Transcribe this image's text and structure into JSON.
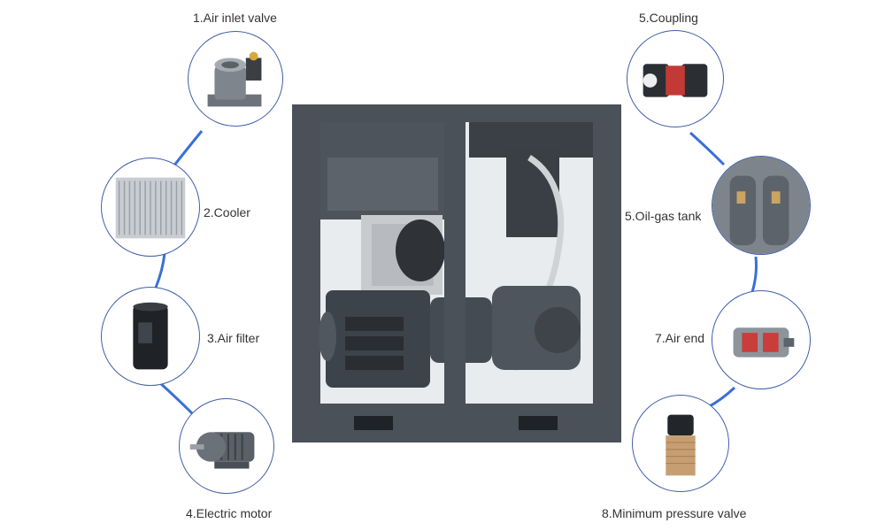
{
  "colors": {
    "connector": "#3a6fd8",
    "bubble_border": "#3f5fa8",
    "frame": "#4a5059",
    "panel": "#5b616a",
    "label_text": "#333333"
  },
  "components": {
    "air_inlet_valve": {
      "label": "1.Air inlet valve",
      "icon": "air-inlet-valve-icon"
    },
    "cooler": {
      "label": "2.Cooler",
      "icon": "cooler-icon"
    },
    "air_filter": {
      "label": "3.Air filter",
      "icon": "air-filter-icon"
    },
    "electric_motor": {
      "label": "4.Electric motor",
      "icon": "electric-motor-icon"
    },
    "coupling": {
      "label": "5.Coupling",
      "icon": "coupling-icon"
    },
    "oil_gas_tank": {
      "label": "5.Oil-gas tank",
      "icon": "oil-gas-tank-icon"
    },
    "air_end": {
      "label": "7.Air end",
      "icon": "air-end-icon"
    },
    "min_pressure_valve": {
      "label": "8.Minimum pressure valve",
      "icon": "minimum-pressure-valve-icon"
    }
  },
  "machine": {
    "icon": "air-compressor-icon"
  }
}
